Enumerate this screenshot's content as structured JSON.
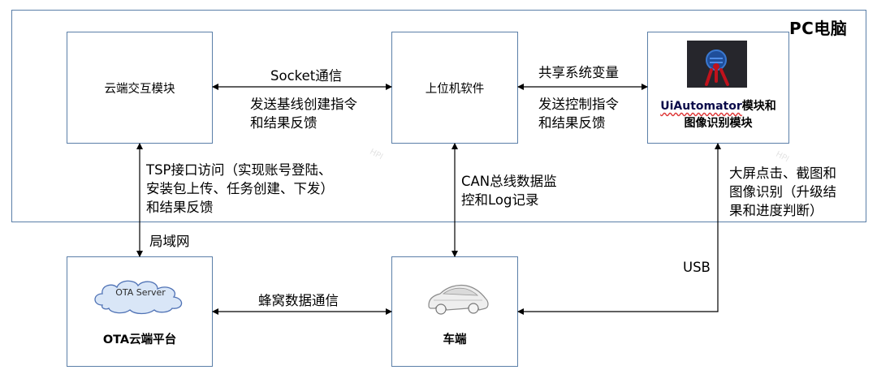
{
  "frame": {
    "label": "PC电脑"
  },
  "boxes": {
    "cloud_interaction": {
      "title": "云端交互模块"
    },
    "host_software": {
      "title": "上位机软件"
    },
    "uiautomator": {
      "brand": "UiAutomator",
      "title_rest": "模块和",
      "title_line2": "图像识别模块"
    },
    "ota_platform": {
      "title": "OTA云端平台",
      "cloud_label": "OTA Server"
    },
    "vehicle": {
      "title": "车端"
    }
  },
  "edges": {
    "socket": {
      "top": "Socket通信",
      "bottom_1": "发送基线创建指令",
      "bottom_2": "和结果反馈"
    },
    "shared_var": {
      "top": "共享系统变量",
      "bottom_1": "发送控制指令",
      "bottom_2": "和结果反馈"
    },
    "tsp": {
      "line_1": "TSP接口访问（实现账号登陆、",
      "line_2": "安装包上传、任务创建、下发）",
      "line_3": "和结果反馈"
    },
    "lan": {
      "label": "局域网"
    },
    "can": {
      "line_1": "CAN总线数据监",
      "line_2": "控和Log记录"
    },
    "screen": {
      "line_1": "大屏点击、截图和",
      "line_2": "图像识别（升级结",
      "line_3": "果和进度判断）"
    },
    "usb": {
      "label": "USB"
    },
    "cellular": {
      "label": "蜂窝数据通信"
    }
  },
  "colors": {
    "box_border": "#5b7fa8",
    "arrow": "#000000"
  }
}
